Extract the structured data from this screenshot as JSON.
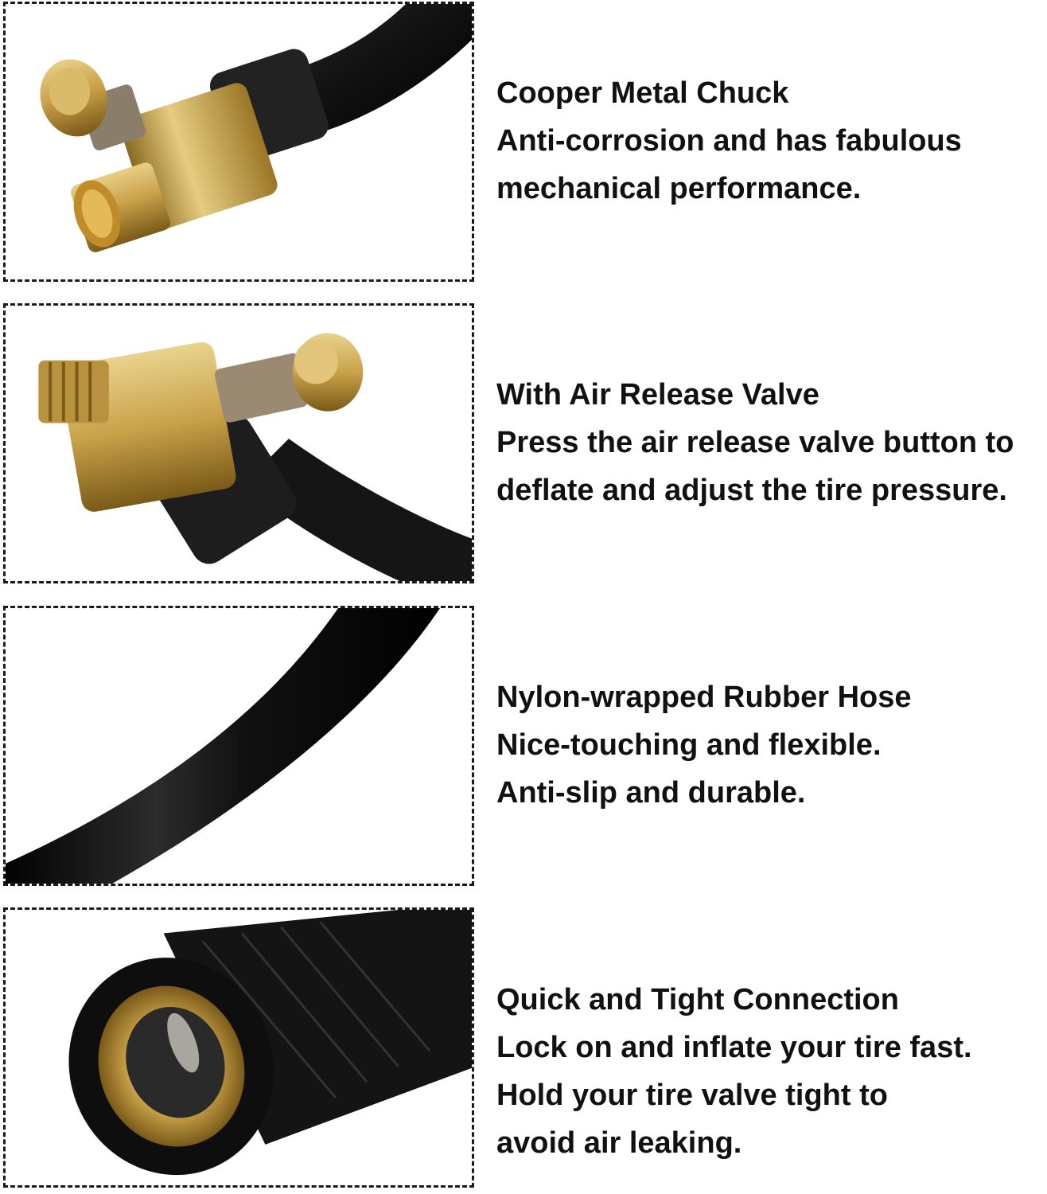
{
  "features": [
    {
      "lines": [
        "Cooper Metal Chuck",
        "Anti-corrosion and has fabulous",
        "mechanical performance."
      ],
      "image_icon": "brass-t-chuck-with-hose"
    },
    {
      "lines": [
        "With Air Release Valve",
        "Press the air release valve button to",
        "deflate and adjust the tire pressure."
      ],
      "image_icon": "air-release-valve-fitting"
    },
    {
      "lines": [
        "Nylon-wrapped Rubber Hose",
        "Nice-touching and flexible.",
        "Anti-slip and durable."
      ],
      "image_icon": "black-rubber-hose"
    },
    {
      "lines": [
        "Quick and Tight Connection",
        "Lock on and inflate your tire fast.",
        "Hold your tire valve tight to",
        "avoid air leaking."
      ],
      "image_icon": "threaded-valve-connector"
    }
  ],
  "colors": {
    "brass": "#c9a24a",
    "brass_dark": "#8a6a22",
    "hose": "#1a1a1a",
    "border": "#1a1a1a"
  }
}
